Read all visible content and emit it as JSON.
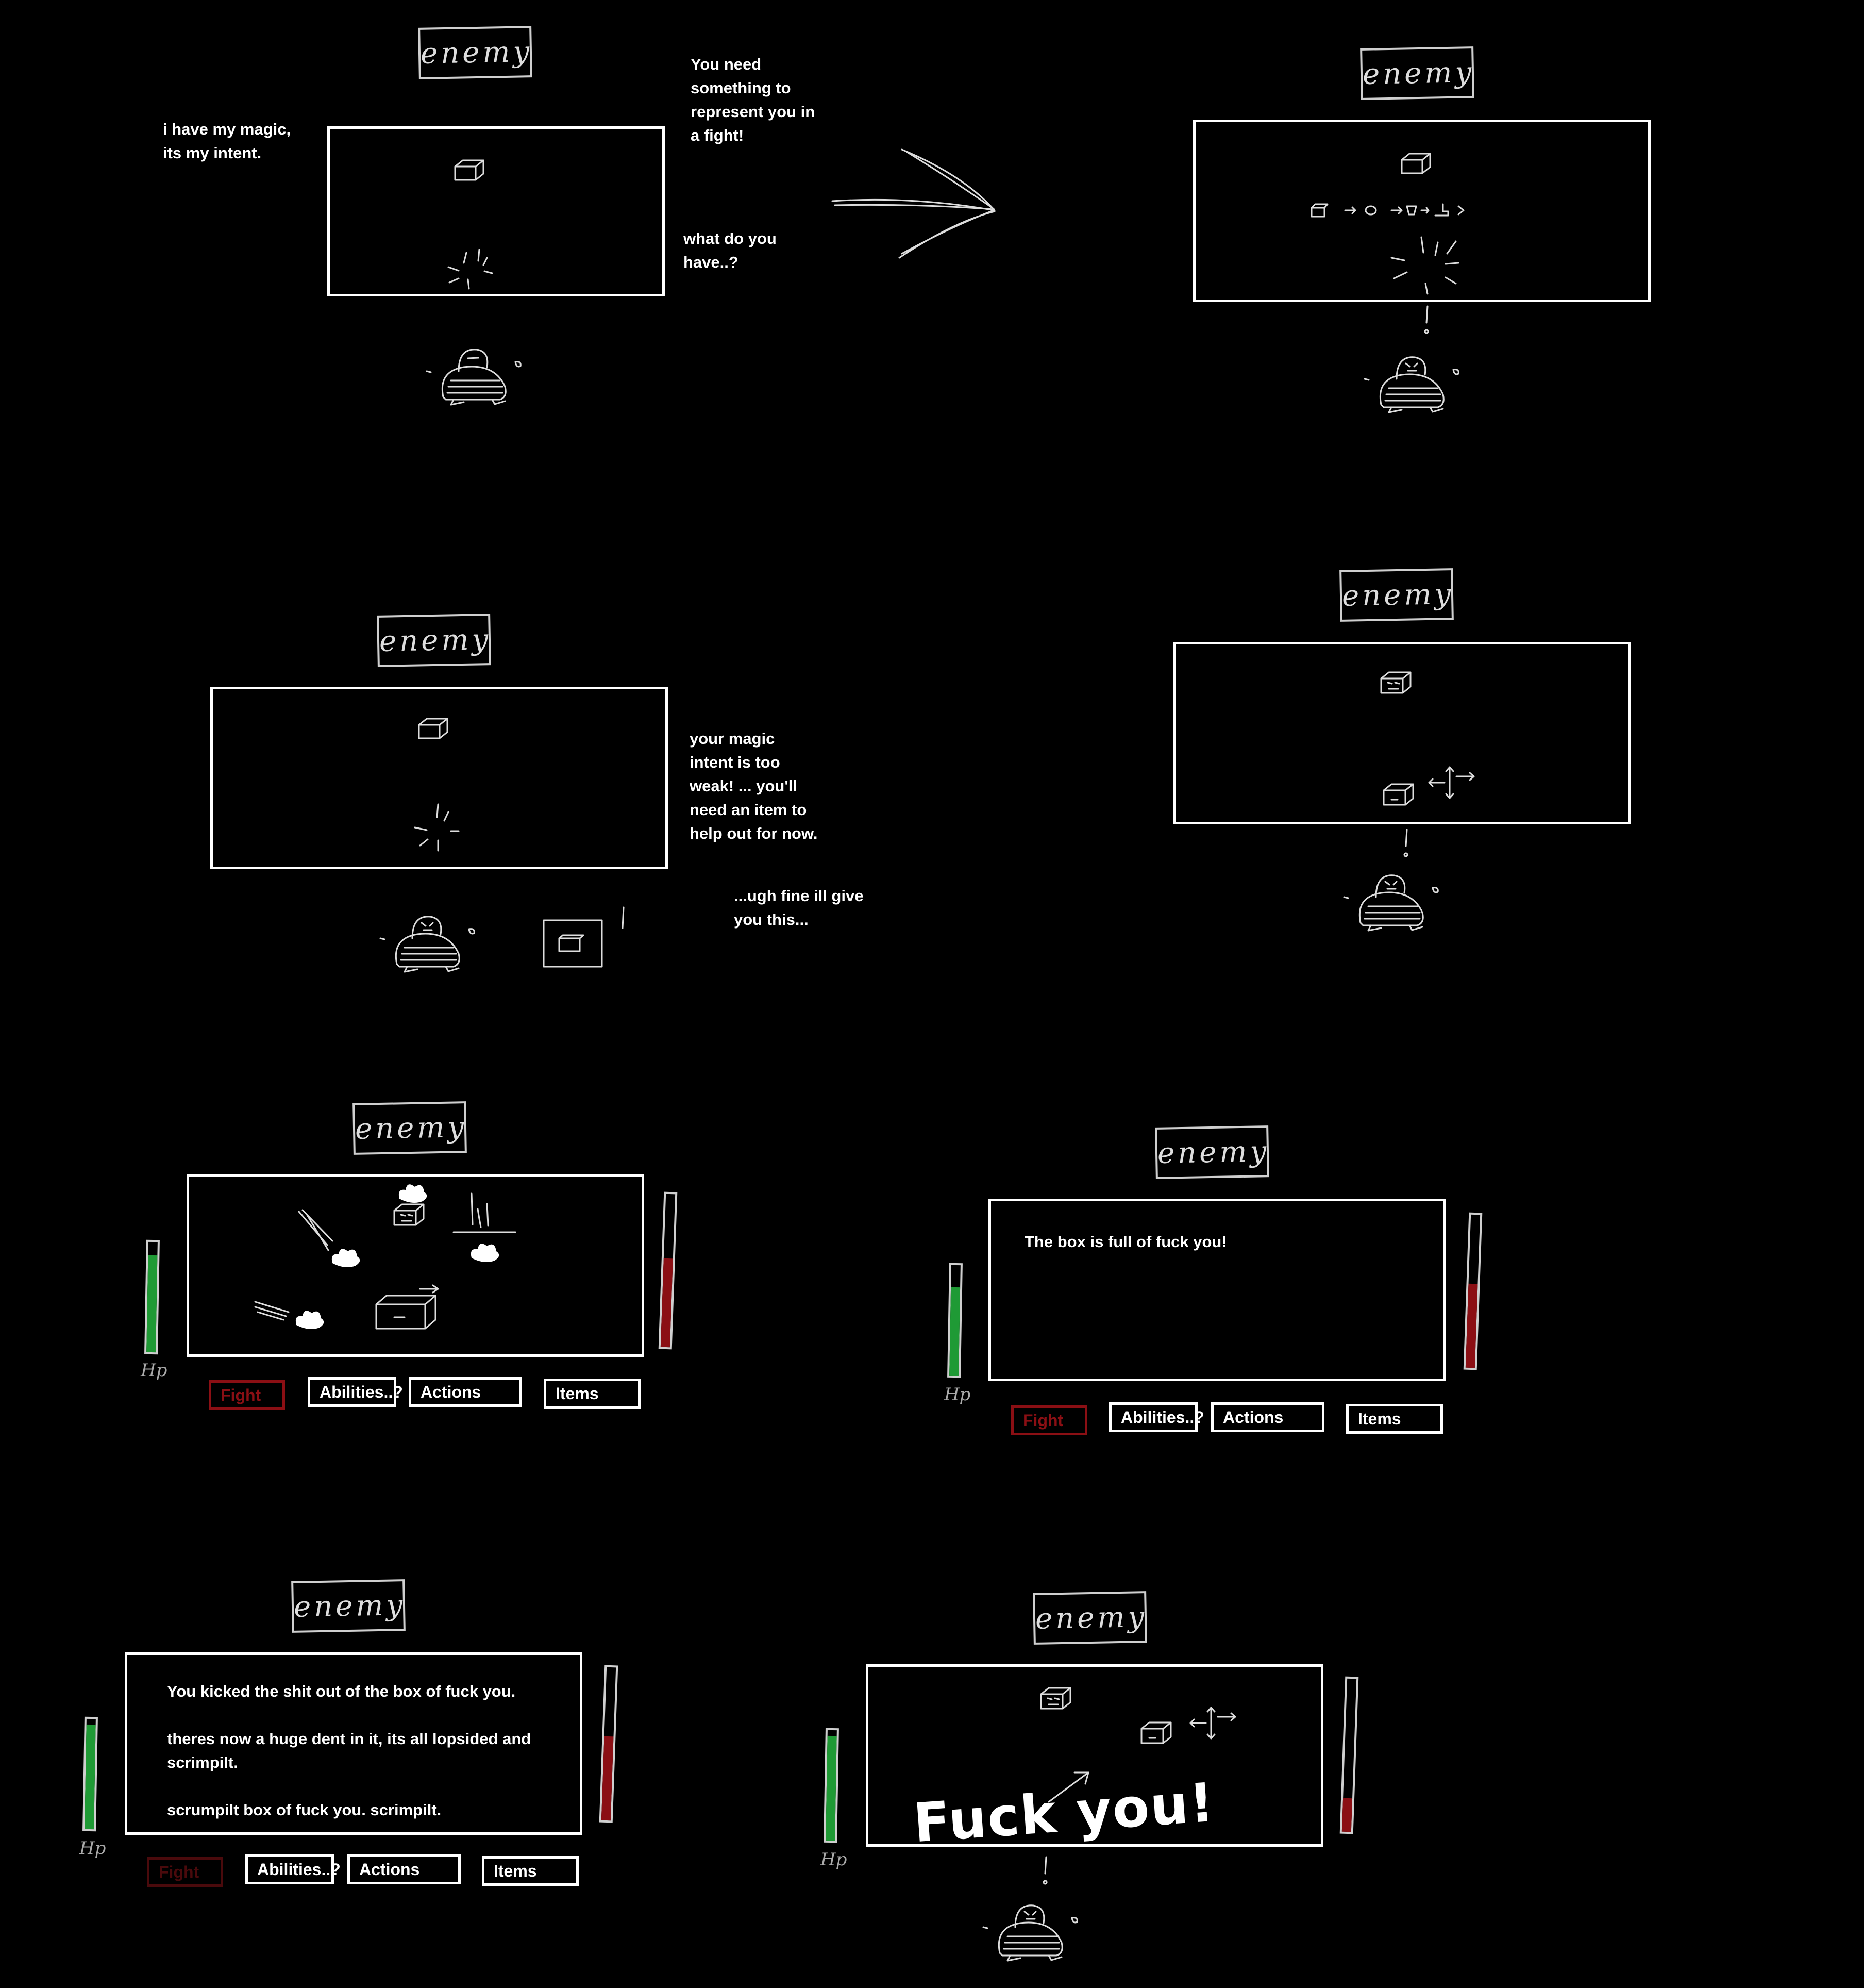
{
  "enemy_label": "enemy",
  "panel1": {
    "left_caption": "i have my magic,\nits my intent.",
    "right_caption_top": "You need\nsomething to\nrepresent you in\na fight!",
    "right_caption_bottom": "what do you\nhave..?"
  },
  "panel3": {
    "caption": "your magic\nintent is too\nweak! ... you'll\nneed an item to\nhelp out for now.",
    "caption2": "...ugh fine ill give\nyou this..."
  },
  "menu": {
    "fight": "Fight",
    "abilities": "Abilities..?",
    "actions": "Actions",
    "items": "Items"
  },
  "hp_label": "Hp",
  "panel6": {
    "dialog": "The box is full of fuck you!"
  },
  "panel7": {
    "dialog": "You kicked the shit out of the box of fuck you.\n\ntheres now a huge dent in it, its all lopsided and\nscrimpilt.\n\nscrumpilt box of fuck you. scrimpilt."
  },
  "panel8": {
    "shout": "Fuck you!"
  },
  "hp_levels": {
    "panel5_player": 0.88,
    "panel5_enemy": 0.58,
    "panel6_player": 0.8,
    "panel6_enemy": 0.55,
    "panel7_player": 0.95,
    "panel7_enemy": 0.55,
    "panel8_player": 0.95,
    "panel8_enemy": 0.22
  },
  "colors": {
    "hp_player": "#1f9a35",
    "hp_enemy": "#8b0f14",
    "fight": "#8b0f14"
  }
}
